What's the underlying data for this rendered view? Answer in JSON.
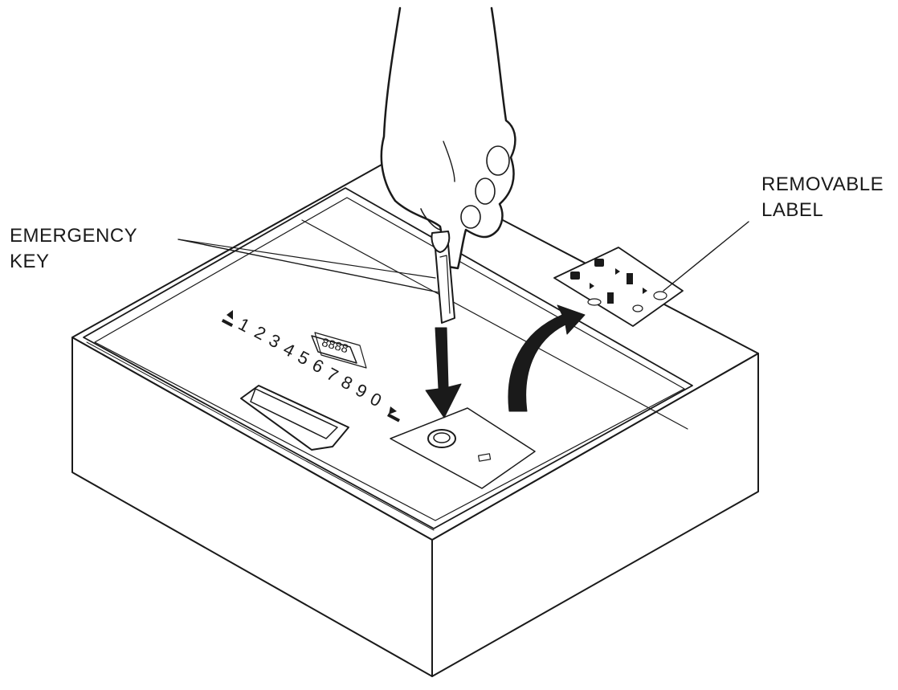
{
  "callouts": {
    "emergency_key": {
      "line1": "EMERGENCY",
      "line2": "KEY"
    },
    "removable_label": {
      "line1": "REMOVABLE",
      "line2": "LABEL"
    }
  },
  "keypad": {
    "digits": [
      "1",
      "2",
      "3",
      "4",
      "5",
      "6",
      "7",
      "8",
      "9",
      "0"
    ],
    "display": "8888"
  },
  "colors": {
    "ink": "#1a1a1a",
    "paper": "#ffffff",
    "panel": "#f4f4f4"
  },
  "icons": [
    "hand-icon",
    "key-icon",
    "down-arrow-icon",
    "curved-arrow-icon",
    "keyhole-icon",
    "handle-icon"
  ]
}
